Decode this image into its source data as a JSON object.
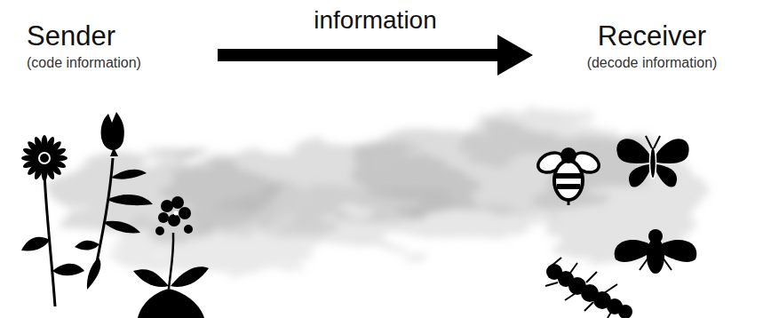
{
  "diagram": {
    "nodes": [
      {
        "text": [
          "Sender",
          "(code information)"
        ]
      },
      {
        "text": [
          "Receiver",
          "(decode information)"
        ]
      }
    ],
    "edges": [
      {
        "from": 0,
        "to": 1,
        "arrow": "to",
        "label": "information"
      }
    ]
  }
}
